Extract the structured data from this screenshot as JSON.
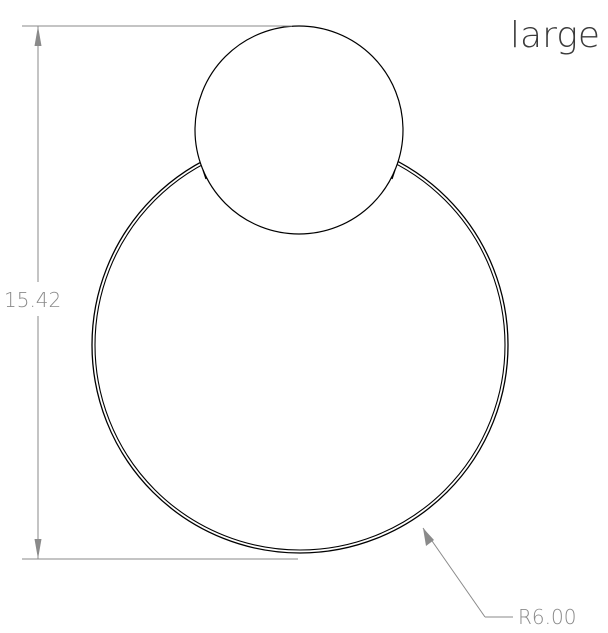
{
  "drawing": {
    "label": "large",
    "height_dimension": "15.42",
    "radius_dimension": "R6.00"
  },
  "colors": {
    "geometry": "#000000",
    "dimension_line": "#8a8a8a",
    "dimension_text": "#8a8a8a",
    "label_text": "#3a3a3a",
    "background": "#ffffff"
  }
}
